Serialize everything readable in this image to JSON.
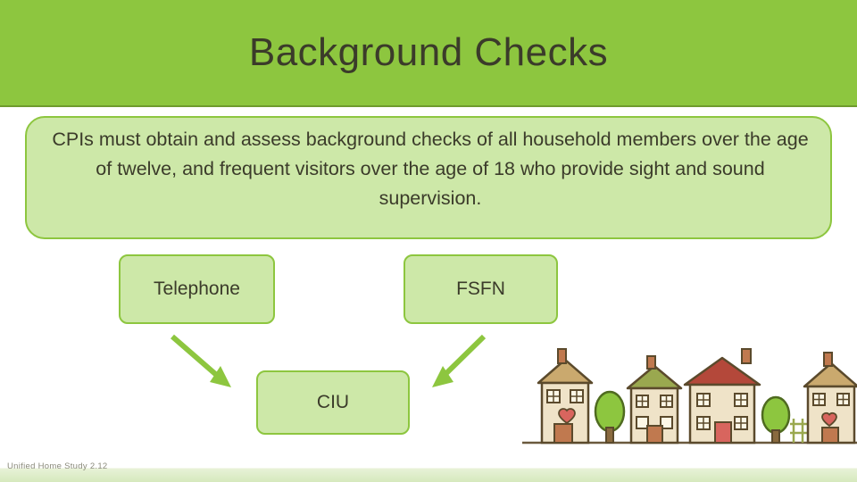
{
  "slide": {
    "title": "Background Checks",
    "statement": "CPIs must obtain and assess background checks of all household members over the age of twelve, and frequent visitors over the age of 18 who provide sight and sound supervision.",
    "nodes": [
      {
        "id": "telephone",
        "label": "Telephone"
      },
      {
        "id": "fsfn",
        "label": "FSFN"
      },
      {
        "id": "ciu",
        "label": "CIU"
      }
    ],
    "footer": "Unified Home Study 2.12",
    "colors": {
      "banner_green": "#8DC63F",
      "box_fill": "#CDE8A8",
      "box_border": "#8DC63F",
      "text_dark": "#3b3b2a",
      "arrow_green": "#8DC63F"
    }
  }
}
